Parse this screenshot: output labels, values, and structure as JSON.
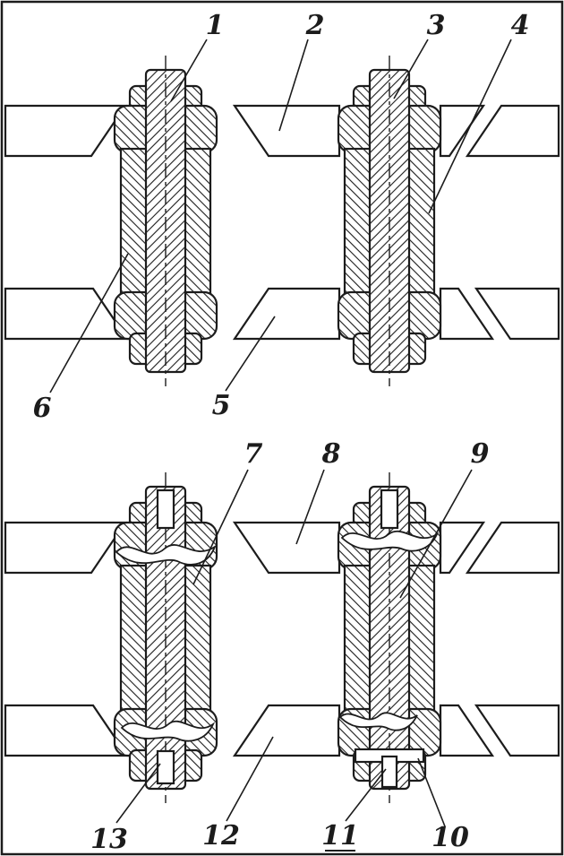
{
  "figure": {
    "kind": "technical-section-diagram",
    "callout_count": 13
  },
  "colors": {
    "ink": "#1c1c1c",
    "paper": "#ffffff"
  },
  "labels": [
    {
      "text": "1"
    },
    {
      "text": "2"
    },
    {
      "text": "3"
    },
    {
      "text": "4"
    },
    {
      "text": "5"
    },
    {
      "text": "6"
    },
    {
      "text": "7"
    },
    {
      "text": "8"
    },
    {
      "text": "9"
    },
    {
      "text": "10"
    },
    {
      "text": "11"
    },
    {
      "text": "12"
    },
    {
      "text": "13"
    }
  ]
}
